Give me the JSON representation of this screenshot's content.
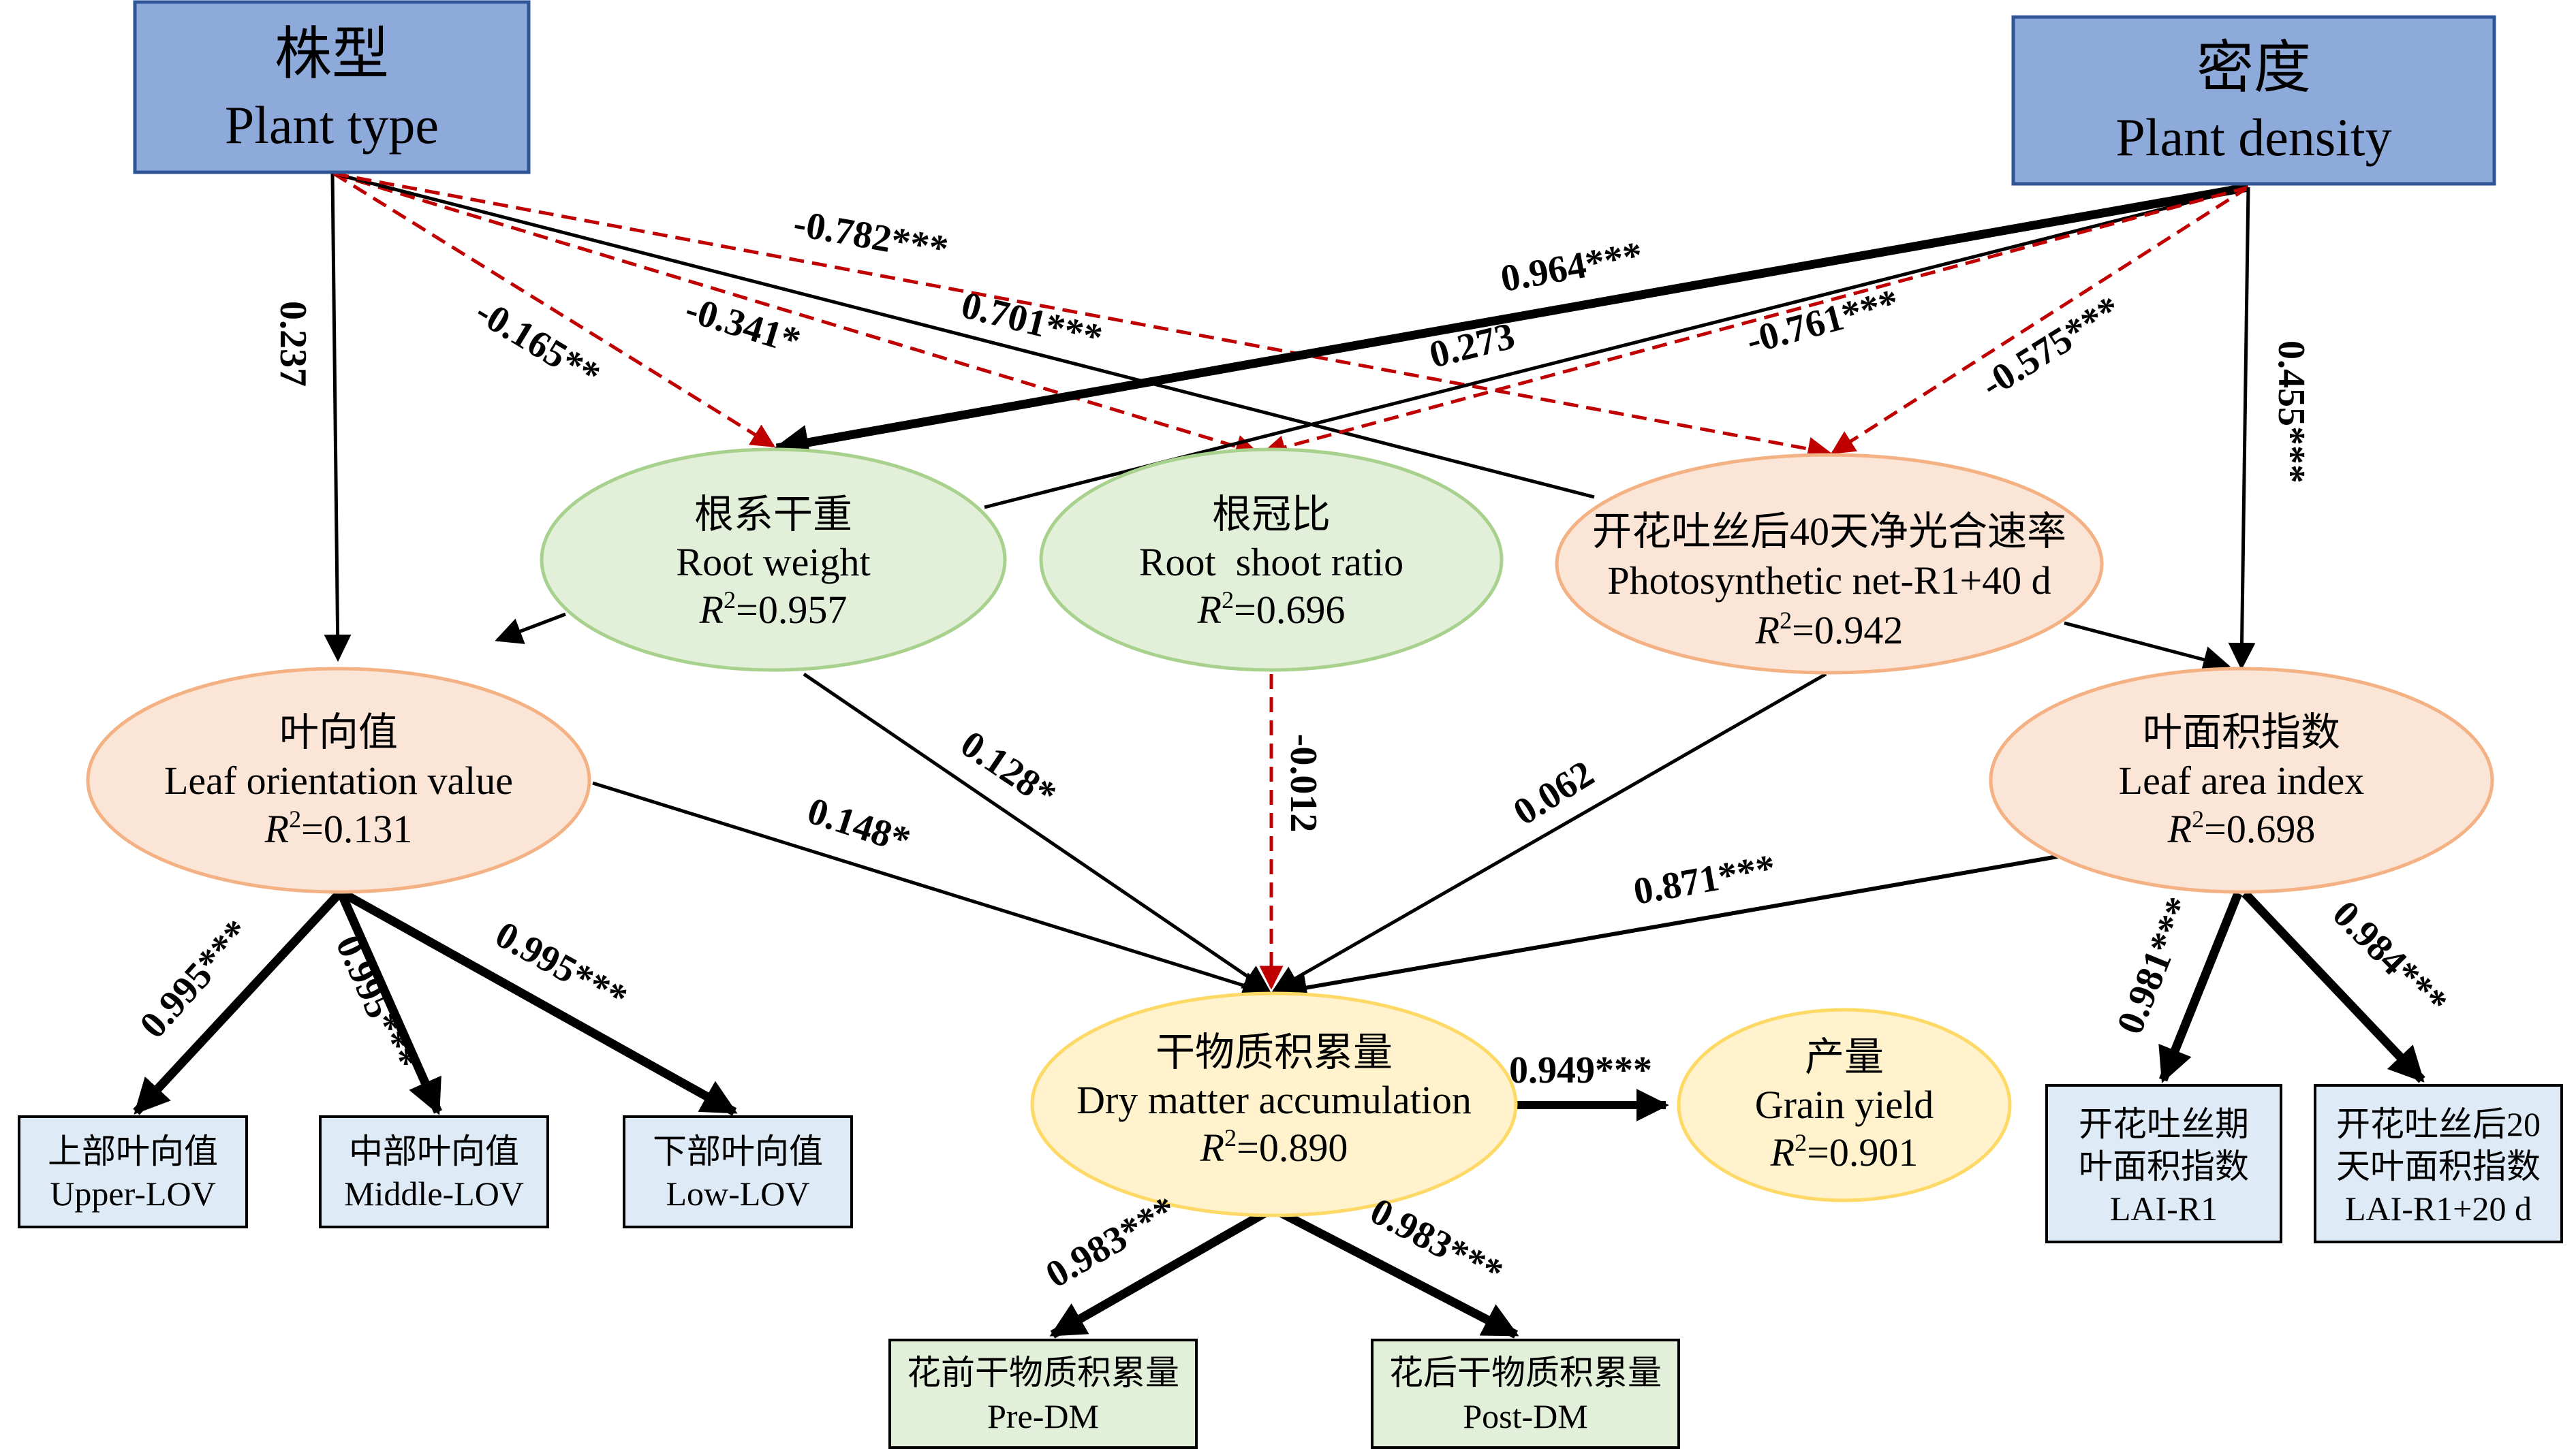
{
  "nodes": {
    "plant_type": {
      "zh": "株型",
      "en": "Plant type"
    },
    "plant_density": {
      "zh": "密度",
      "en": "Plant density"
    },
    "root_weight": {
      "zh": "根系干重",
      "en": "Root weight",
      "r2": "=0.957"
    },
    "root_shoot_ratio": {
      "zh": "根冠比",
      "en": "Root  shoot ratio",
      "r2": "=0.696"
    },
    "photosynthetic": {
      "zh": "开花吐丝后40天净光合速率",
      "en": "Photosynthetic net-R1+40 d",
      "r2": "=0.942"
    },
    "leaf_orientation": {
      "zh": "叶向值",
      "en": "Leaf orientation value",
      "r2": "=0.131"
    },
    "leaf_area_index": {
      "zh": "叶面积指数",
      "en": "Leaf area index",
      "r2": "=0.698"
    },
    "dry_matter": {
      "zh": "干物质积累量",
      "en": "Dry matter accumulation",
      "r2": "=0.890"
    },
    "grain_yield": {
      "zh": "产量",
      "en": "Grain yield",
      "r2": "=0.901"
    },
    "upper_lov": {
      "zh": "上部叶向值",
      "en": "Upper-LOV"
    },
    "middle_lov": {
      "zh": "中部叶向值",
      "en": "Middle-LOV"
    },
    "low_lov": {
      "zh": "下部叶向值",
      "en": "Low-LOV"
    },
    "lai_r1": {
      "zh1": "开花吐丝期",
      "zh2": "叶面积指数",
      "en": "LAI-R1"
    },
    "lai_r1_20": {
      "zh1": "开花吐丝后20",
      "zh2": "天叶面积指数",
      "en": "LAI-R1+20 d"
    },
    "pre_dm": {
      "zh": "花前干物质积累量",
      "en": "Pre-DM"
    },
    "post_dm": {
      "zh": "花后干物质积累量",
      "en": "Post-DM"
    }
  },
  "r2_symbol": "R",
  "r2_sup": "2",
  "coefficients": {
    "pt_lov": "0.237",
    "pt_rw": "-0.165**",
    "pt_rsr": "-0.341*",
    "pt_photo": "0.701***",
    "pt_lai": "-0.782***",
    "pd_rw": "0.964***",
    "pd_lov": "0.273",
    "pd_rsr": "-0.761***",
    "pd_photo": "-0.575***",
    "pd_lai": "0.455***",
    "lov_dm": "0.148*",
    "rw_dm": "0.128*",
    "rsr_dm": "-0.012",
    "photo_dm": "0.062",
    "lai_dm": "0.871***",
    "dm_gy": "0.949***",
    "lov_upper": "0.995***",
    "lov_middle": "0.995***",
    "lov_low": "0.995***",
    "lai_r1": "0.981***",
    "lai_r1_20": "0.984***",
    "dm_pre": "0.983***",
    "dm_post": "0.983***"
  },
  "colors": {
    "exogenous_box_fill": "#8eaadb",
    "exogenous_box_stroke": "#2f5597",
    "ellipse_green": "#e2efd9",
    "ellipse_green_stroke": "#a9d18e",
    "ellipse_orange": "#fbe5d6",
    "ellipse_orange_stroke": "#f4b183",
    "ellipse_yellow": "#fff2cc",
    "ellipse_yellow_stroke": "#ffd966",
    "leaf_box_blue": "#deebf7",
    "leaf_box_green": "#e2efd9",
    "leaf_box_stroke": "#000000",
    "positive_path": "#000000",
    "negative_path": "#c00000"
  }
}
